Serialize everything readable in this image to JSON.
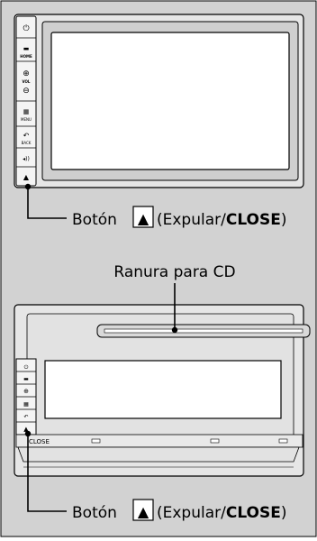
{
  "figure": {
    "background_color": "#d2d2d2",
    "line_color": "#000000",
    "panel_color": "#ffffff"
  },
  "top_unit": {
    "buttons": [
      {
        "name": "power-icon",
        "glyph": "⏻",
        "label": ""
      },
      {
        "name": "home-icon",
        "glyph": "▬",
        "label": "HOME"
      },
      {
        "name": "vol-icon",
        "glyph": "⊕",
        "label": "VOL"
      },
      {
        "name": "menu-icon",
        "glyph": "▦",
        "label": "MENU"
      },
      {
        "name": "back-icon",
        "glyph": "↶",
        "label": "BACK"
      },
      {
        "name": "sound-icon",
        "glyph": "◂))",
        "label": ""
      },
      {
        "name": "eject-icon",
        "glyph": "▲",
        "label": ""
      }
    ],
    "callout": {
      "prefix": "Botón",
      "glyph": "▲",
      "paren_open": "(Expular/",
      "bold": "CLOSE",
      "paren_close": ")"
    }
  },
  "bottom_unit": {
    "slot_label": "Ranura para CD",
    "close_text": "CLOSE",
    "callout": {
      "prefix": "Botón",
      "glyph": "▲",
      "paren_open": "(Expular/",
      "bold": "CLOSE",
      "paren_close": ")"
    }
  }
}
